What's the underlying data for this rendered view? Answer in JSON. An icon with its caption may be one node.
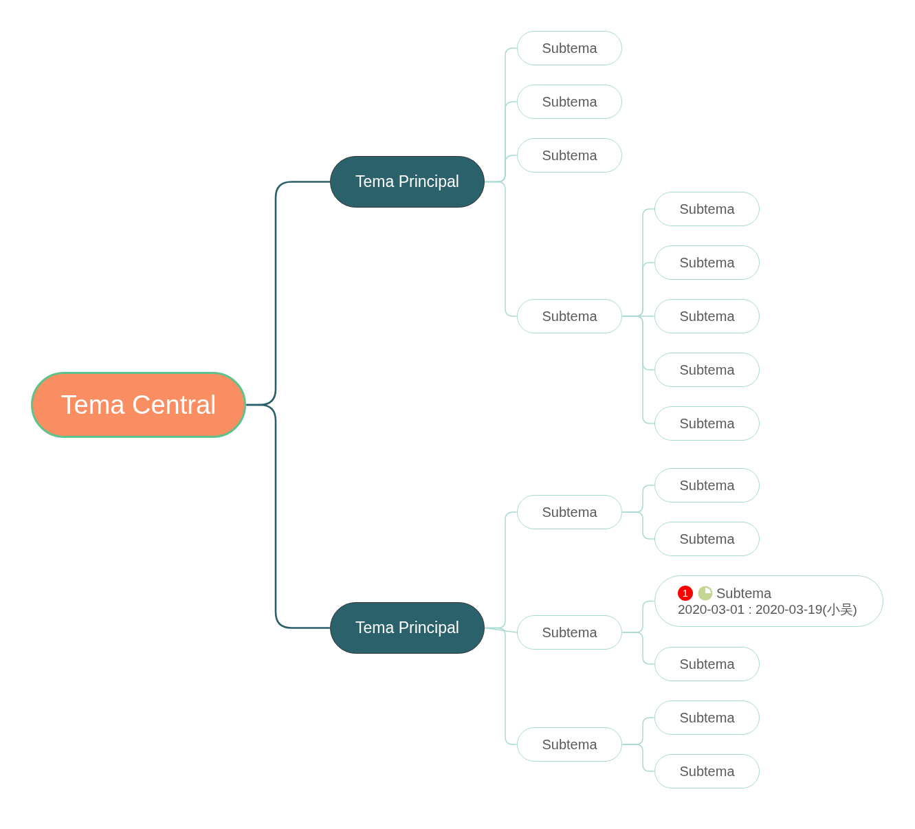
{
  "diagram": {
    "nodes": [
      {
        "text": [
          "Tema Central"
        ]
      },
      {
        "text": [
          "Tema Principal"
        ]
      },
      {
        "text": [
          "Subtema"
        ]
      },
      {
        "text": [
          "Subtema"
        ]
      },
      {
        "text": [
          "Subtema"
        ]
      },
      {
        "text": [
          "Subtema"
        ]
      },
      {
        "text": [
          "Subtema"
        ]
      },
      {
        "text": [
          "Subtema"
        ]
      },
      {
        "text": [
          "Subtema"
        ]
      },
      {
        "text": [
          "Subtema"
        ]
      },
      {
        "text": [
          "Subtema"
        ]
      },
      {
        "text": [
          "Tema Principal"
        ]
      },
      {
        "text": [
          "Subtema"
        ]
      },
      {
        "text": [
          "Subtema"
        ]
      },
      {
        "text": [
          "Subtema"
        ]
      },
      {
        "text": [
          "Subtema"
        ]
      },
      {
        "text": [
          "1",
          "Subtema",
          "2020-03-01 : 2020-03-19(小吴)"
        ]
      },
      {
        "text": [
          "Subtema"
        ]
      },
      {
        "text": [
          "Subtema"
        ]
      },
      {
        "text": [
          "Subtema"
        ]
      },
      {
        "text": [
          "Subtema"
        ]
      }
    ],
    "edges": [
      {
        "from": 0,
        "to": 1,
        "arrow": "none",
        "color": "#2b5f6a"
      },
      {
        "from": 0,
        "to": 11,
        "arrow": "none",
        "color": "#2b5f6a"
      },
      {
        "from": 1,
        "to": 2,
        "arrow": "none"
      },
      {
        "from": 1,
        "to": 3,
        "arrow": "none"
      },
      {
        "from": 1,
        "to": 4,
        "arrow": "none"
      },
      {
        "from": 1,
        "to": 5,
        "arrow": "none"
      },
      {
        "from": 5,
        "to": 6,
        "arrow": "none"
      },
      {
        "from": 5,
        "to": 7,
        "arrow": "none"
      },
      {
        "from": 5,
        "to": 8,
        "arrow": "none"
      },
      {
        "from": 5,
        "to": 9,
        "arrow": "none"
      },
      {
        "from": 5,
        "to": 10,
        "arrow": "none"
      },
      {
        "from": 11,
        "to": 12,
        "arrow": "none"
      },
      {
        "from": 11,
        "to": 15,
        "arrow": "none"
      },
      {
        "from": 11,
        "to": 18,
        "arrow": "none"
      },
      {
        "from": 12,
        "to": 13,
        "arrow": "none"
      },
      {
        "from": 12,
        "to": 14,
        "arrow": "none"
      },
      {
        "from": 15,
        "to": 16,
        "arrow": "none"
      },
      {
        "from": 15,
        "to": 17,
        "arrow": "none"
      },
      {
        "from": 18,
        "to": 19,
        "arrow": "none"
      },
      {
        "from": 18,
        "to": 20,
        "arrow": "none"
      }
    ]
  }
}
